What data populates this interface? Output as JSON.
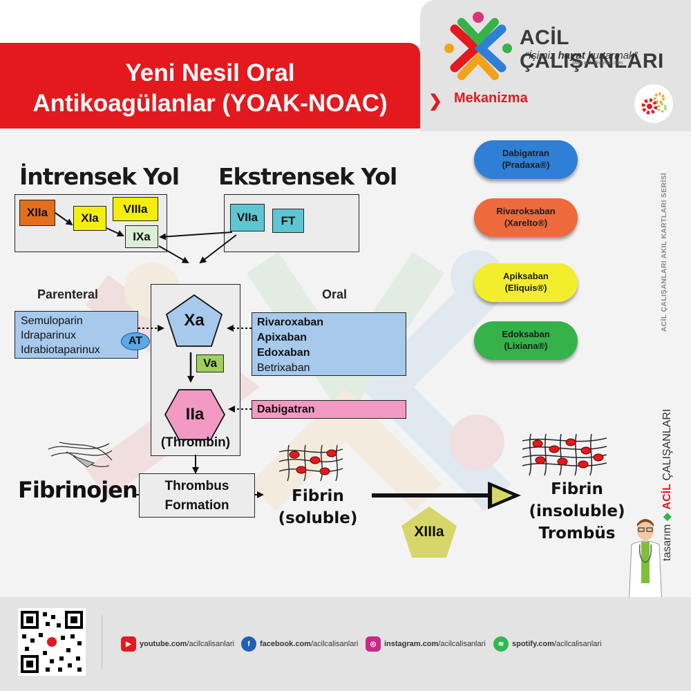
{
  "header": {
    "title_line1": "Yeni Nesil Oral",
    "title_line2": "Antikoagülanlar (YOAK-NOAC)",
    "brand_name": "ACİL ÇALIŞANLARI",
    "slogan_prefix": "“İşimiz ",
    "slogan_bold": "hayat",
    "slogan_suffix": " kurtarmak”",
    "brand_url": "www.acilcalisanlari.com",
    "section_label": "Mekanizma",
    "section_icon": "gears-icon",
    "chevron_icon": "chevron-right-icon"
  },
  "sidebar": {
    "series_text": "ACİL ÇALIŞANLARI AKIL KARTLARI SERİSİ",
    "tasarim": "tasarım",
    "brand_acil": "ACİL",
    "brand_rest": "ÇALIŞANLARI"
  },
  "diagram": {
    "intrinsic_title": "İntrensek Yol",
    "extrinsic_title": "Ekstrensek Yol",
    "f_xiia": "XIIa",
    "f_xia": "XIa",
    "f_viiia": "VIIIa",
    "f_ixa": "IXa",
    "f_viia": "VIIa",
    "f_ft": "FT",
    "parenteral_label": "Parenteral",
    "oral_label": "Oral",
    "parenteral_drugs": [
      "Semuloparin",
      "Idraparinux",
      "Idrabiotaparinux"
    ],
    "at_label": "AT",
    "xa_label": "Xa",
    "va_label": "Va",
    "iia_label": "IIa",
    "thrombin_label": "(Thrombin)",
    "oral_drugs": [
      "Rivaroxaban",
      "Apixaban",
      "Edoxaban",
      "Betrixaban"
    ],
    "dabigatran_box": "Dabigatran",
    "fibrinojen": "Fibrinojen",
    "thrombus_line1": "Thrombus",
    "thrombus_line2": "Formation",
    "fibrin_sol_line1": "Fibrin",
    "fibrin_sol_line2": "(soluble)",
    "xiiia_label": "XIIIa",
    "fibrin_ins_line1": "Fibrin",
    "fibrin_ins_line2": "(insoluble)",
    "fibrin_ins_line3": "Trombüs"
  },
  "pills": [
    {
      "name": "Dabigatran",
      "brand": "(Pradaxa®)",
      "color": "#2f7fd6"
    },
    {
      "name": "Rivaroksaban",
      "brand": "(Xarelto®)",
      "color": "#ee6a3c"
    },
    {
      "name": "Apiksaban",
      "brand": "(Eliquis®)",
      "color": "#f2ee2c"
    },
    {
      "name": "Edoksaban",
      "brand": "(Lixiana®)",
      "color": "#36b24a"
    }
  ],
  "colors": {
    "red": "#e3191e",
    "xiia": "#e36f1e",
    "yellow": "#f4ee0e",
    "ixa_green": "#dcefd6",
    "teal": "#5ec6d2",
    "blue_box": "#a7c9ec",
    "pink_box": "#f29ac3",
    "va_green": "#9fd15a",
    "xiiia": "#d6d66a"
  },
  "footer": {
    "youtube_icon": "youtube-icon",
    "youtube_bold": "youtube.com",
    "youtube_path": "/acilcalisanlari",
    "facebook_icon": "facebook-icon",
    "facebook_bold": "facebook.com",
    "facebook_path": "/acilcalisanlari",
    "instagram_icon": "instagram-icon",
    "instagram_bold": "instagram.com",
    "instagram_path": "/acilcalisanlari",
    "spotify_icon": "spotify-icon",
    "spotify_bold": "spotify.com",
    "spotify_path": "/acilcalisanlari"
  }
}
